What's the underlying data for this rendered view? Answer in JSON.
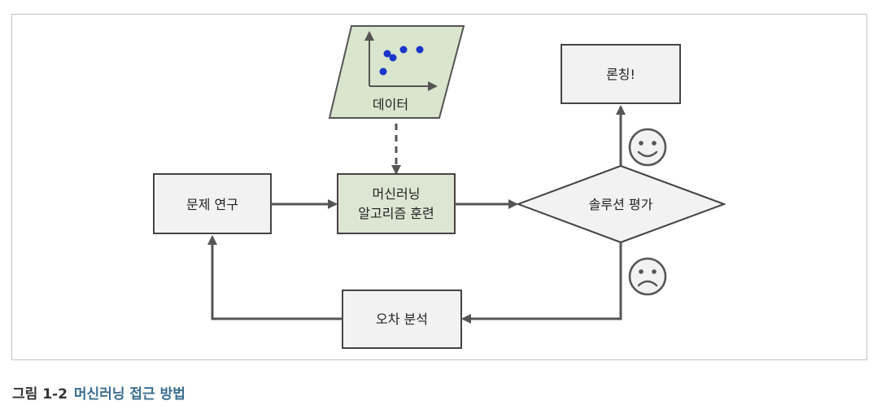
{
  "diagram": {
    "nodes": {
      "study": "문제 연구",
      "train_line1": "머신러닝",
      "train_line2": "알고리즘 훈련",
      "data": "데이터",
      "evaluate": "솔루션 평가",
      "launch": "론칭!",
      "analyze": "오차 분석"
    },
    "icons": {
      "happy": "smiley-happy-icon",
      "sad": "smiley-sad-icon",
      "chart": "scatter-plot-icon"
    },
    "colors": {
      "box_fill": "#f2f2f2",
      "box_stroke": "#444444",
      "green_fill": "#dde6d2",
      "data_fill": "#d9e5cc",
      "arrow": "#555555",
      "dot": "#1a35c9",
      "caption_title": "#3a6d8f"
    }
  },
  "caption": {
    "number": "그림 1-2",
    "title": "머신러닝 접근 방법"
  }
}
